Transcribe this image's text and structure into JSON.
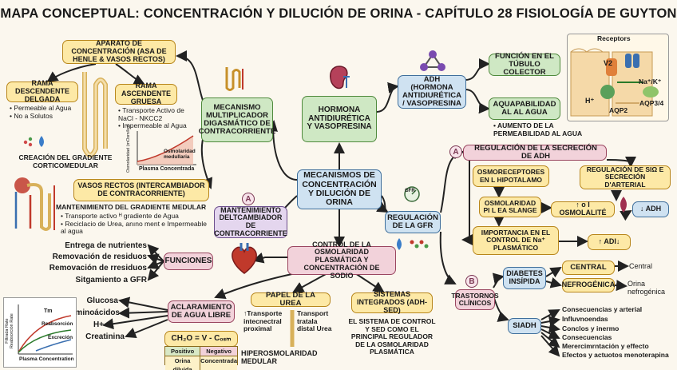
{
  "title": "MAPA CONCEPTUAL: CONCENTRACIÓN Y DILUCIÓN DE ORINA - CAPÍTULO 28 FISIOLOGÍA DE GUYTON",
  "center": "MECANISMOS DE CONCENTRACIÓN Y DILUCIÓN DE ORINA",
  "hormone": {
    "title": "HORMONA ANTIDIURÉTICA Y VASOPRESINA",
    "adh": "ADH (HORMONA ANTIDIURÉTICA / VASOPRESINA",
    "function_tubule": "FUNCIÓN EN EL TÚBULO COLECTOR",
    "aquaporin": "AQUAPABILIDAD AL AL AGUA",
    "aquaporin_note": "• AUMENTO DE LA PERMEABILIDAD AL AGUA",
    "receptor_labels": [
      "Receptors",
      "V2",
      "Na⁺/K⁺",
      "H⁺",
      "AQP2",
      "AQP3/4"
    ]
  },
  "multiplier": {
    "title": "MECANISMO MULTIPLICADOR DIGASMÁTICO DE CONTRACORRIENTE",
    "apparatus": "APARATO DE CONCENTRACIÓN (ASA DE HENLE & VASOS RECTOS)",
    "descending_title": "RAMA DESCENDENTE DELGADA",
    "descending_items": [
      "Permeable al Agua",
      "No a Solutos"
    ],
    "ascending_title": "RAMA ASCENDENTE GRUESA",
    "ascending_items": [
      "Transporte Activo de NaCl - NKCC2",
      "Impermeable al Agua"
    ],
    "gradient": "CREACIÓN DEL GRADIENTE CORTICOMEDULAR",
    "chart_ylabel": "Osmolaridad (mOsm/kg)",
    "chart_xlabel": "Plasma Concentrada",
    "chart_curve_label": "Osmolaridad medullaria"
  },
  "vasa": {
    "title": "VASOS RECTOS (INTERCAMBIADOR DE CONTRACORRIENTE)",
    "heading": "MANTENIMIENTO DEL GRADIENTE MEDULAR",
    "items": [
      "Transporte activo ᴴ gradiente de Agua",
      "Reciclacio de Urea, anıno ment e Impermeable al agua"
    ]
  },
  "exchanger": {
    "marker": "A",
    "title": "MANTENIMIENTO DELTCAMBIADOR DE CONTRACORRIENTE"
  },
  "gfr": {
    "title": "REGULACIÓN DE LA GFR",
    "badge": "GFR"
  },
  "adh_regulation": {
    "marker": "A",
    "title": "REGULACIÓN DE LA SECRECIÓN DE ADH",
    "osmoreceptors": "OSMORECEPTORES EN L HIPOTALAMO",
    "osmolarity": "OSMOLARIDAD PI L EA SLANGE",
    "sodium": "IMPORTANCIA EN EL CONTROL DE Na⁺ PLASMÁTICO",
    "regulation_right": "REGULACIÓN DE SΙΩ E SECRECIÓN D'ARTERIAL",
    "osmolality": "↑ o I OSMOLALITÉ",
    "adh_down": "↓ ADH",
    "adh_up": "↑ ADI↓"
  },
  "control": {
    "title": "CONTROL DE LA OSMOLARIDAD PLASMÁTICA Y CONCENTRACIÓN DE SODIO"
  },
  "functions": {
    "title": "FUNCIONES",
    "items": [
      "Entrega de nutrientes",
      "Removación de residuos",
      "Removación de rresiduos",
      "Sitgamiento a GFR"
    ]
  },
  "clearance": {
    "title": "ACLARAMIENTO DE AGUA LIBRE",
    "items": [
      "Glucosa",
      "Aminoácidos",
      "H+",
      "Creatinina"
    ],
    "formula": "CH₂O = V - Cₒₛₘ",
    "table_headers": [
      "Positivo",
      "Negativo"
    ],
    "table_row": [
      "Orina diluida",
      "Concentrada"
    ],
    "graph_ylabel": "Filtrada Rate Reabsorción Rate",
    "graph_xlabel": "Plasma Concentration",
    "graph_curves": [
      "Tm",
      "Reabsorción",
      "Excreción"
    ]
  },
  "urea": {
    "title": "PAPEL DE LA UREA",
    "left": "↑Transporte intecnectral proximal",
    "right": "Transport tratala distal Urea",
    "footer": "HIPEROSMOLARIDAD MEDULAR"
  },
  "integrated": {
    "title": "SISTEMAS INTEGRADOS (ADH-SED)",
    "text": "EL SISTEMA DE CONTROL Y SED COMO EL PRINCIPAL REGULADOR DE LA OSMOLARIDAD PLASMÁTICA"
  },
  "disorders": {
    "marker": "B",
    "title": "TRASTORNOS CLÍNICOS",
    "diabetes": "DIABETES INSÍPIDA",
    "central": "CENTRAL",
    "central_label": "Central",
    "nephrogenic": "NEFROGÉNICA",
    "nephrogenic_label": "Orina nefrogénica",
    "siadh": "SIADH",
    "siadh_items": [
      "Consecuencias y arterial",
      "Influvnoendas",
      "Conclos y inermo",
      "Consecuencias",
      "Merercimrntación y effecto",
      "Efectos y actuotos menoterapina"
    ]
  },
  "colors": {
    "yellow": "#fde9a6",
    "green": "#cfe8c4",
    "blue": "#cfe2f1",
    "pink": "#f2d2da",
    "purple": "#e4d6ee"
  }
}
